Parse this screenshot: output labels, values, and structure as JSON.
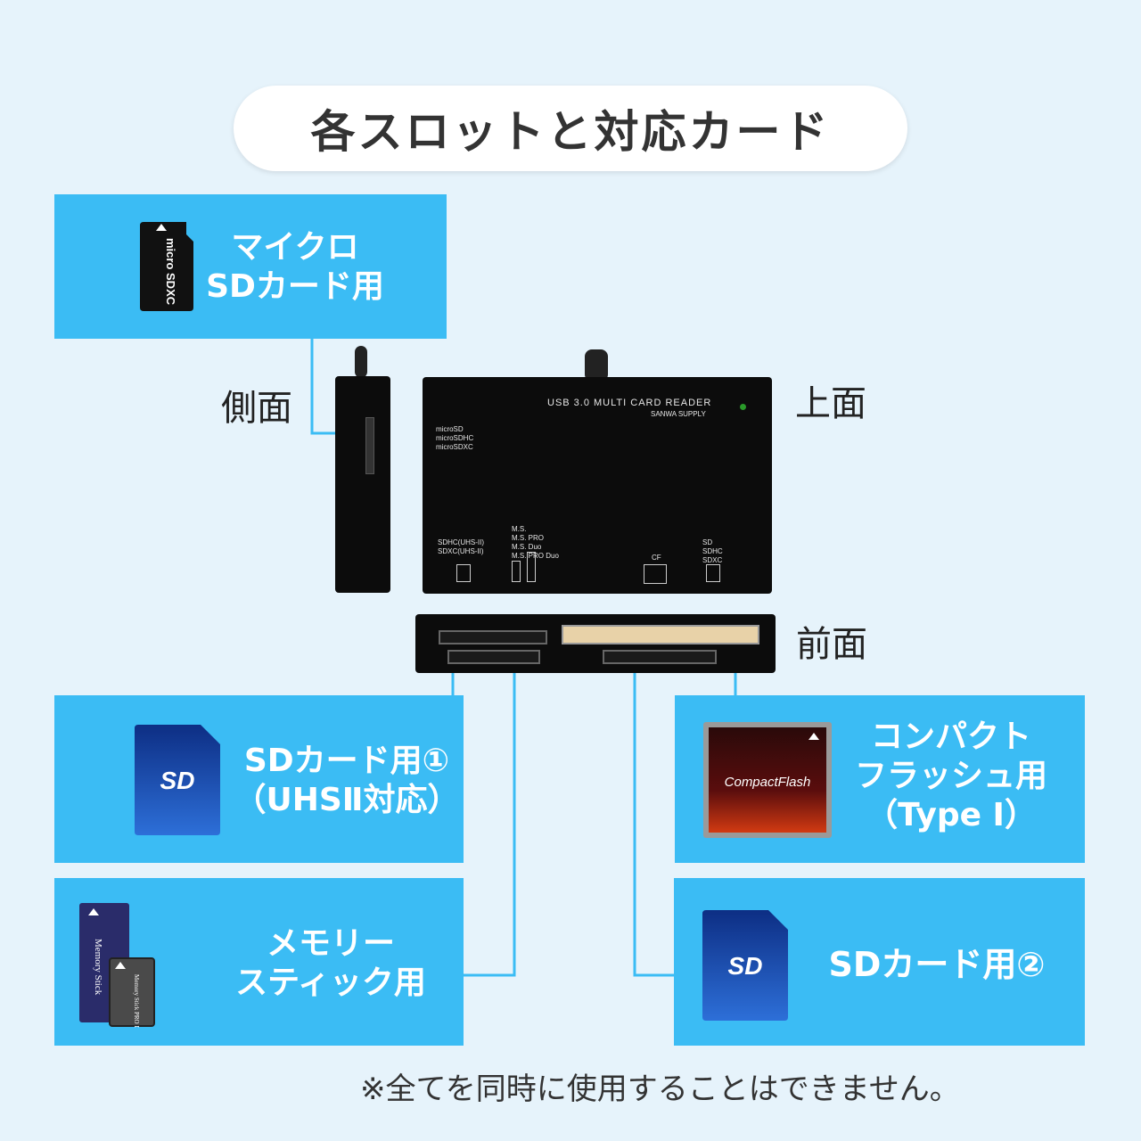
{
  "title": "各スロットと対応カード",
  "labels": {
    "side": "側面",
    "top": "上面",
    "front": "前面"
  },
  "boxes": {
    "microsd": "マイクロ\nSDカード用",
    "sd1": "SDカード用①\n（UHSⅡ対応）",
    "memorystick": "メモリー\nスティック用",
    "compactflash": "コンパクト\nフラッシュ用\n（Type Ⅰ）",
    "sd2": "SDカード用②"
  },
  "device": {
    "reader_title": "USB 3.0 MULTI CARD READER",
    "brand": "SANWA SUPPLY",
    "microsd_slot": "microSD\nmicroSDHC\nmicroSDXC",
    "sd_uhs_slot": "SDHC(UHS-II)\nSDXC(UHS-II)",
    "ms_slot": "M.S.\nM.S. PRO\nM.S. Duo\nM.S. PRO Duo",
    "cf_slot": "CF",
    "sd_slot": "SD\nSDHC\nSDXC"
  },
  "cards": {
    "microsd_logo": "micro SDXC",
    "sd_logo": "SD",
    "cf_logo": "CompactFlash",
    "ms_logo": "Memory Stick",
    "ms_pro_duo_logo": "Memory Stick PRO Duo"
  },
  "footer": "※全てを同時に使用することはできません。",
  "colors": {
    "background": "#e6f3fb",
    "accent": "#3bbcf4",
    "device": "#0c0c0c"
  }
}
